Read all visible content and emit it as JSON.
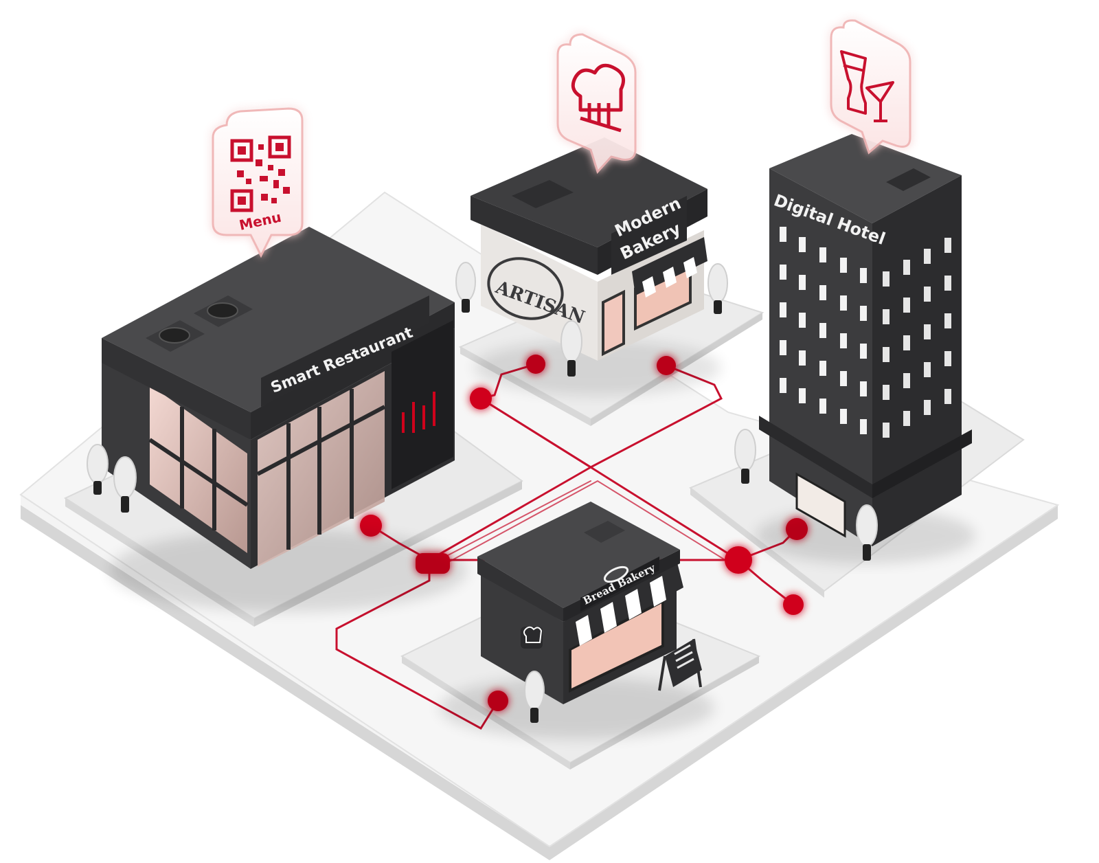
{
  "buildings": {
    "restaurant": {
      "sign": "Smart Restaurant"
    },
    "modern_bakery": {
      "sign_line1": "Modern",
      "sign_line2": "Bakery",
      "logo": "ARTISAN"
    },
    "hotel": {
      "sign": "Digital Hotel"
    },
    "small_bakery": {
      "sign": "Bread Bakery"
    }
  },
  "bubbles": {
    "menu": {
      "label": "Menu",
      "icon": "qr-code-icon"
    },
    "chef": {
      "icon": "chef-hat-icon"
    },
    "drinks": {
      "icon": "drinks-icon"
    }
  },
  "colors": {
    "accent": "#d0021b",
    "building": "#3a3a3c",
    "platform": "#ececec"
  }
}
